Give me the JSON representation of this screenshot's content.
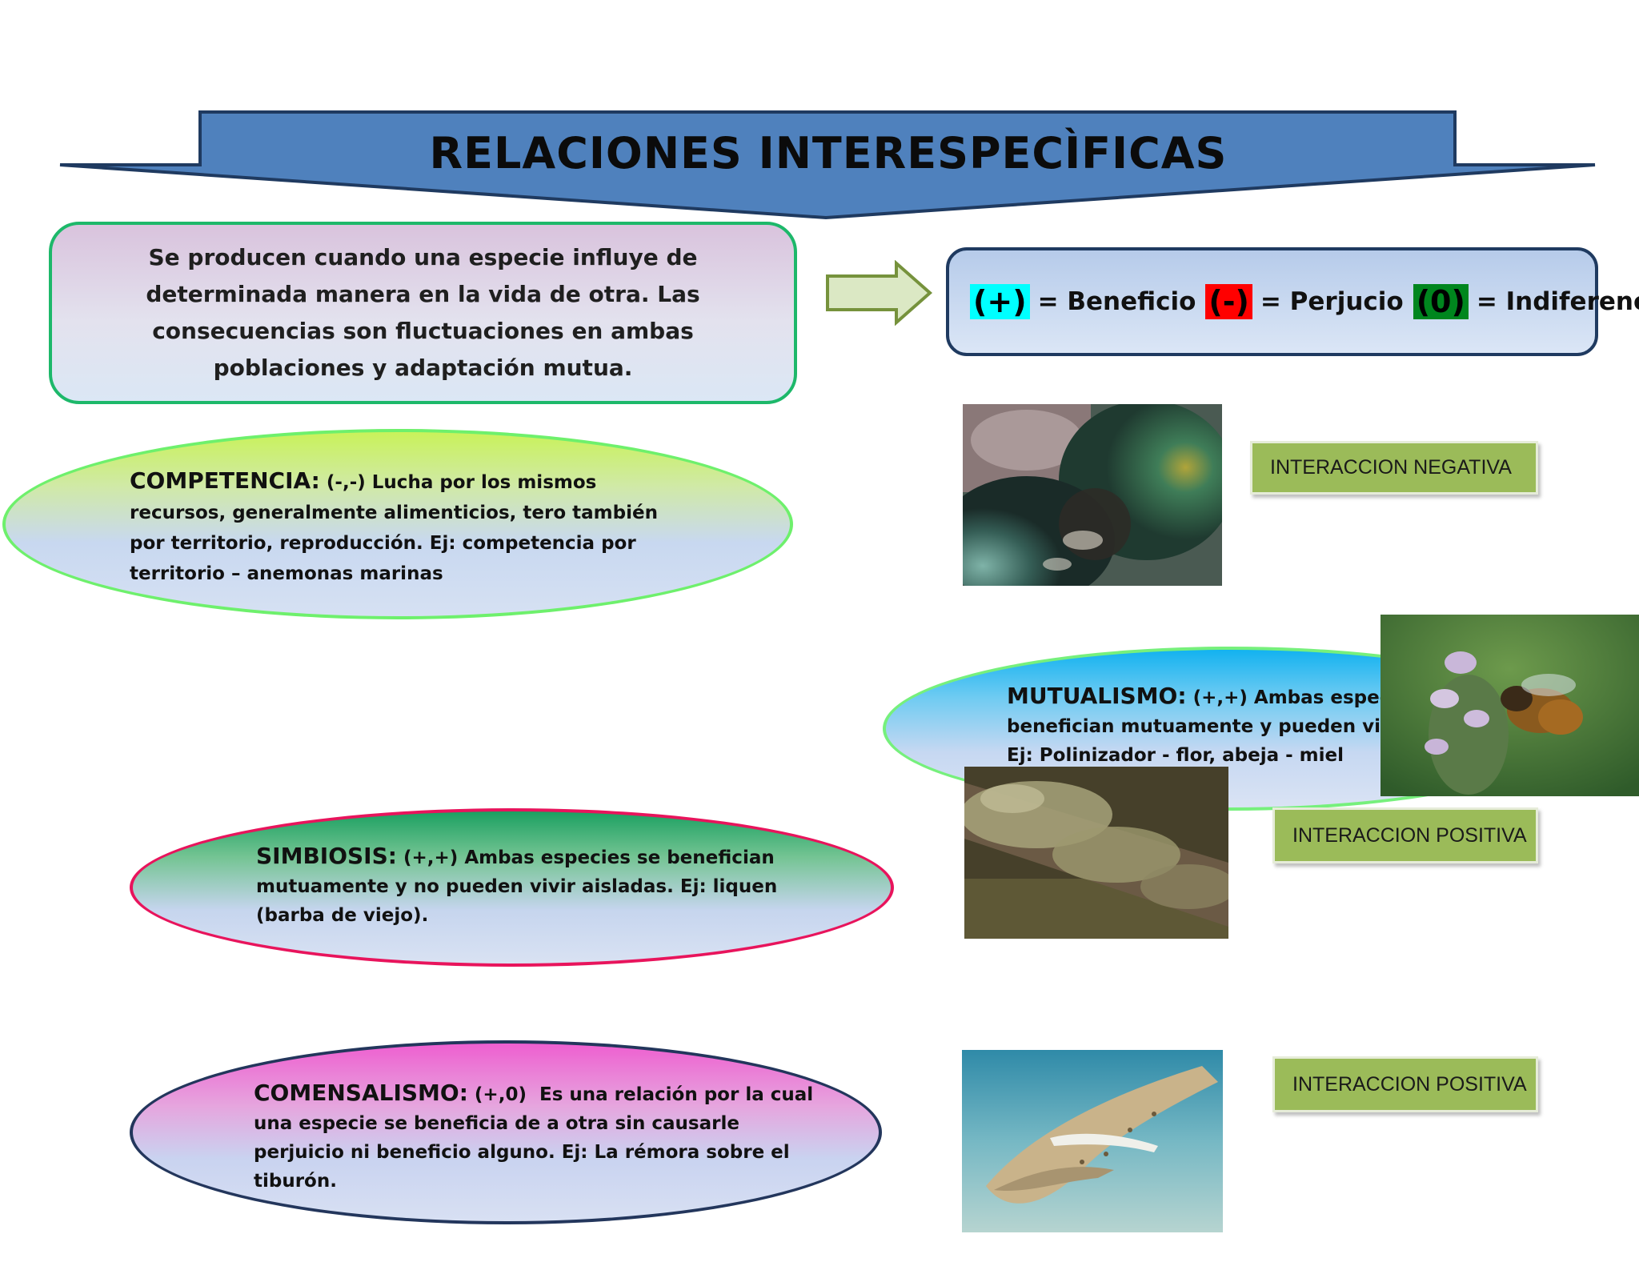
{
  "title": "RELACIONES INTERESPECÌFICAS",
  "intro": "Se producen cuando una especie influye de determinada manera en la vida de otra. Las consecuencias son fluctuaciones en ambas poblaciones y adaptación mutua.",
  "legend": {
    "plus_symbol": "(+)",
    "plus_label": "= Beneficio",
    "minus_symbol": "(-)",
    "minus_label": "= Perjucio",
    "zero_symbol": "(0)",
    "zero_label": "= Indiferencia",
    "colors": {
      "plus": "#00ffff",
      "minus": "#ff0000",
      "zero": "#00861e"
    }
  },
  "relations": {
    "competencia": {
      "name": "COMPETENCIA:",
      "sign": "(-,-)",
      "description": "Lucha por los mismos recursos, generalmente alimenticios, tero también por territorio, reproducción. Ej: competencia por territorio – anemonas marinas"
    },
    "mutualismo": {
      "name": "MUTUALISMO:",
      "sign": "(+,+)",
      "line1": "Ambas espec",
      "line2": "benefician mutuamente y pueden viv",
      "line3": "Ej: Polinizador - flor, abeja - miel"
    },
    "simbiosis": {
      "name": "SIMBIOSIS:",
      "sign": "(+,+)",
      "description": "Ambas especies se benefician mutuamente y no pueden vivir aisladas. Ej: liquen (barba de viejo)."
    },
    "comensalismo": {
      "name": "COMENSALISMO:",
      "sign": "(+,0)",
      "description": "Es una relación por la cual una especie se beneficia de a otra sin causarle perjuicio ni beneficio alguno. Ej: La rémora sobre el tiburón."
    }
  },
  "tags": {
    "negativa": "INTERACCION NEGATIVA",
    "positiva_1": "INTERACCION POSITIVA",
    "positiva_2": "INTERACCION POSITIVA"
  },
  "photos": {
    "anemone": "anemone-photo",
    "bee": "bee-flower-photo",
    "lichen": "lichen-photo",
    "shark": "shark-remora-photo"
  }
}
